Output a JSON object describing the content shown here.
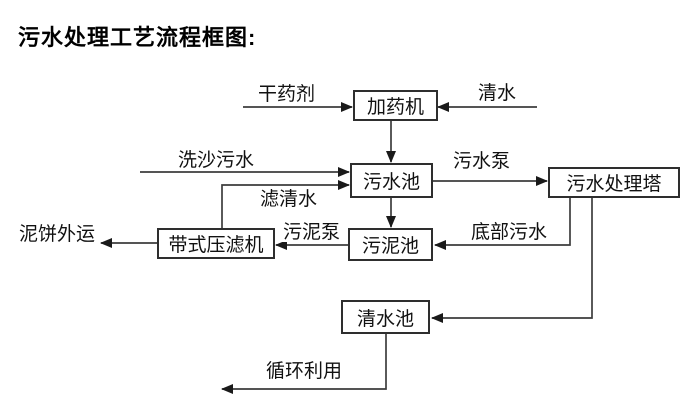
{
  "title": "污水处理工艺流程框图:",
  "nodes": {
    "dosing_machine": "加药机",
    "sewage_pool": "污水池",
    "treatment_tower": "污水处理塔",
    "sludge_pool": "污泥池",
    "belt_filter_press": "带式压滤机",
    "clean_water_pool": "清水池"
  },
  "edge_labels": {
    "dry_chemical": "干药剂",
    "clean_water": "清水",
    "sand_washing_sewage": "洗沙污水",
    "sewage_pump": "污水泵",
    "filtered_water": "滤清水",
    "sludge_pump": "污泥泵",
    "bottom_sewage": "底部污水",
    "mud_cake_shipped_out": "泥饼外运",
    "recycling": "循环利用"
  },
  "colors": {
    "background": "#ffffff",
    "text": "#111111",
    "box_border": "#2e2e2e",
    "arrow_line": "#3d3d3d",
    "arrow_head": "#1a1a1a"
  }
}
